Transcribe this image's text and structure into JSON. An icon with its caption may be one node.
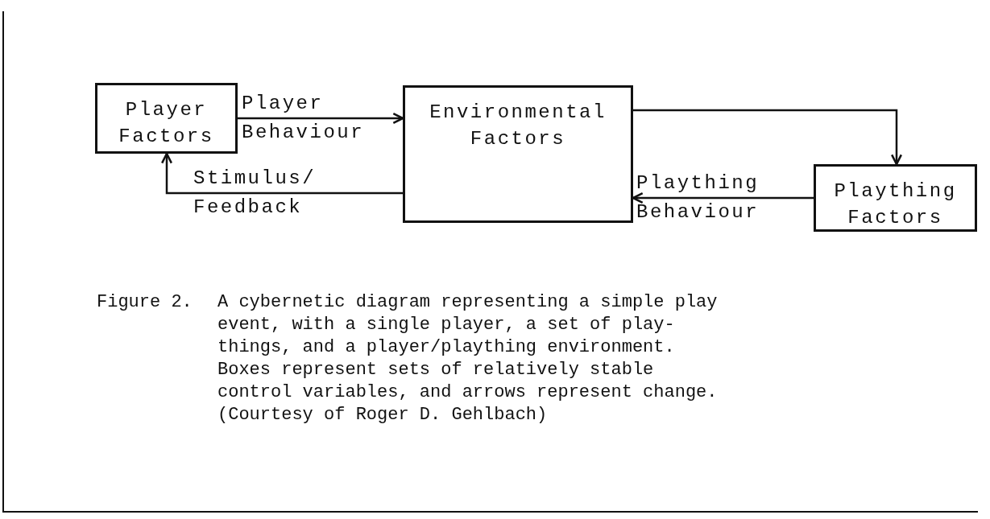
{
  "diagram": {
    "caption": "A cybernetic diagram representing a simple play event, with a single player, a set of play- things, and a player/plaything environment. Boxes represent sets of relatively stable control variables, and arrows represent change. (Courtesy of Roger D. Gehlbach)",
    "nodes": [
      {
        "text": [
          "Player Factors"
        ]
      },
      {
        "text": [
          "Environmental Factors"
        ]
      },
      {
        "text": [
          "Plaything Factors"
        ]
      }
    ],
    "edges": [
      {
        "from": 0,
        "to": 1,
        "arrow": "to",
        "label": "Player Behaviour"
      },
      {
        "from": 1,
        "to": 0,
        "arrow": "to",
        "label": "Stimulus/ Feedback"
      },
      {
        "from": 1,
        "to": 2,
        "arrow": "to"
      },
      {
        "from": 2,
        "to": 1,
        "arrow": "to",
        "label": "Plaything Behaviour"
      }
    ],
    "labels": [
      "Figure 2."
    ]
  }
}
